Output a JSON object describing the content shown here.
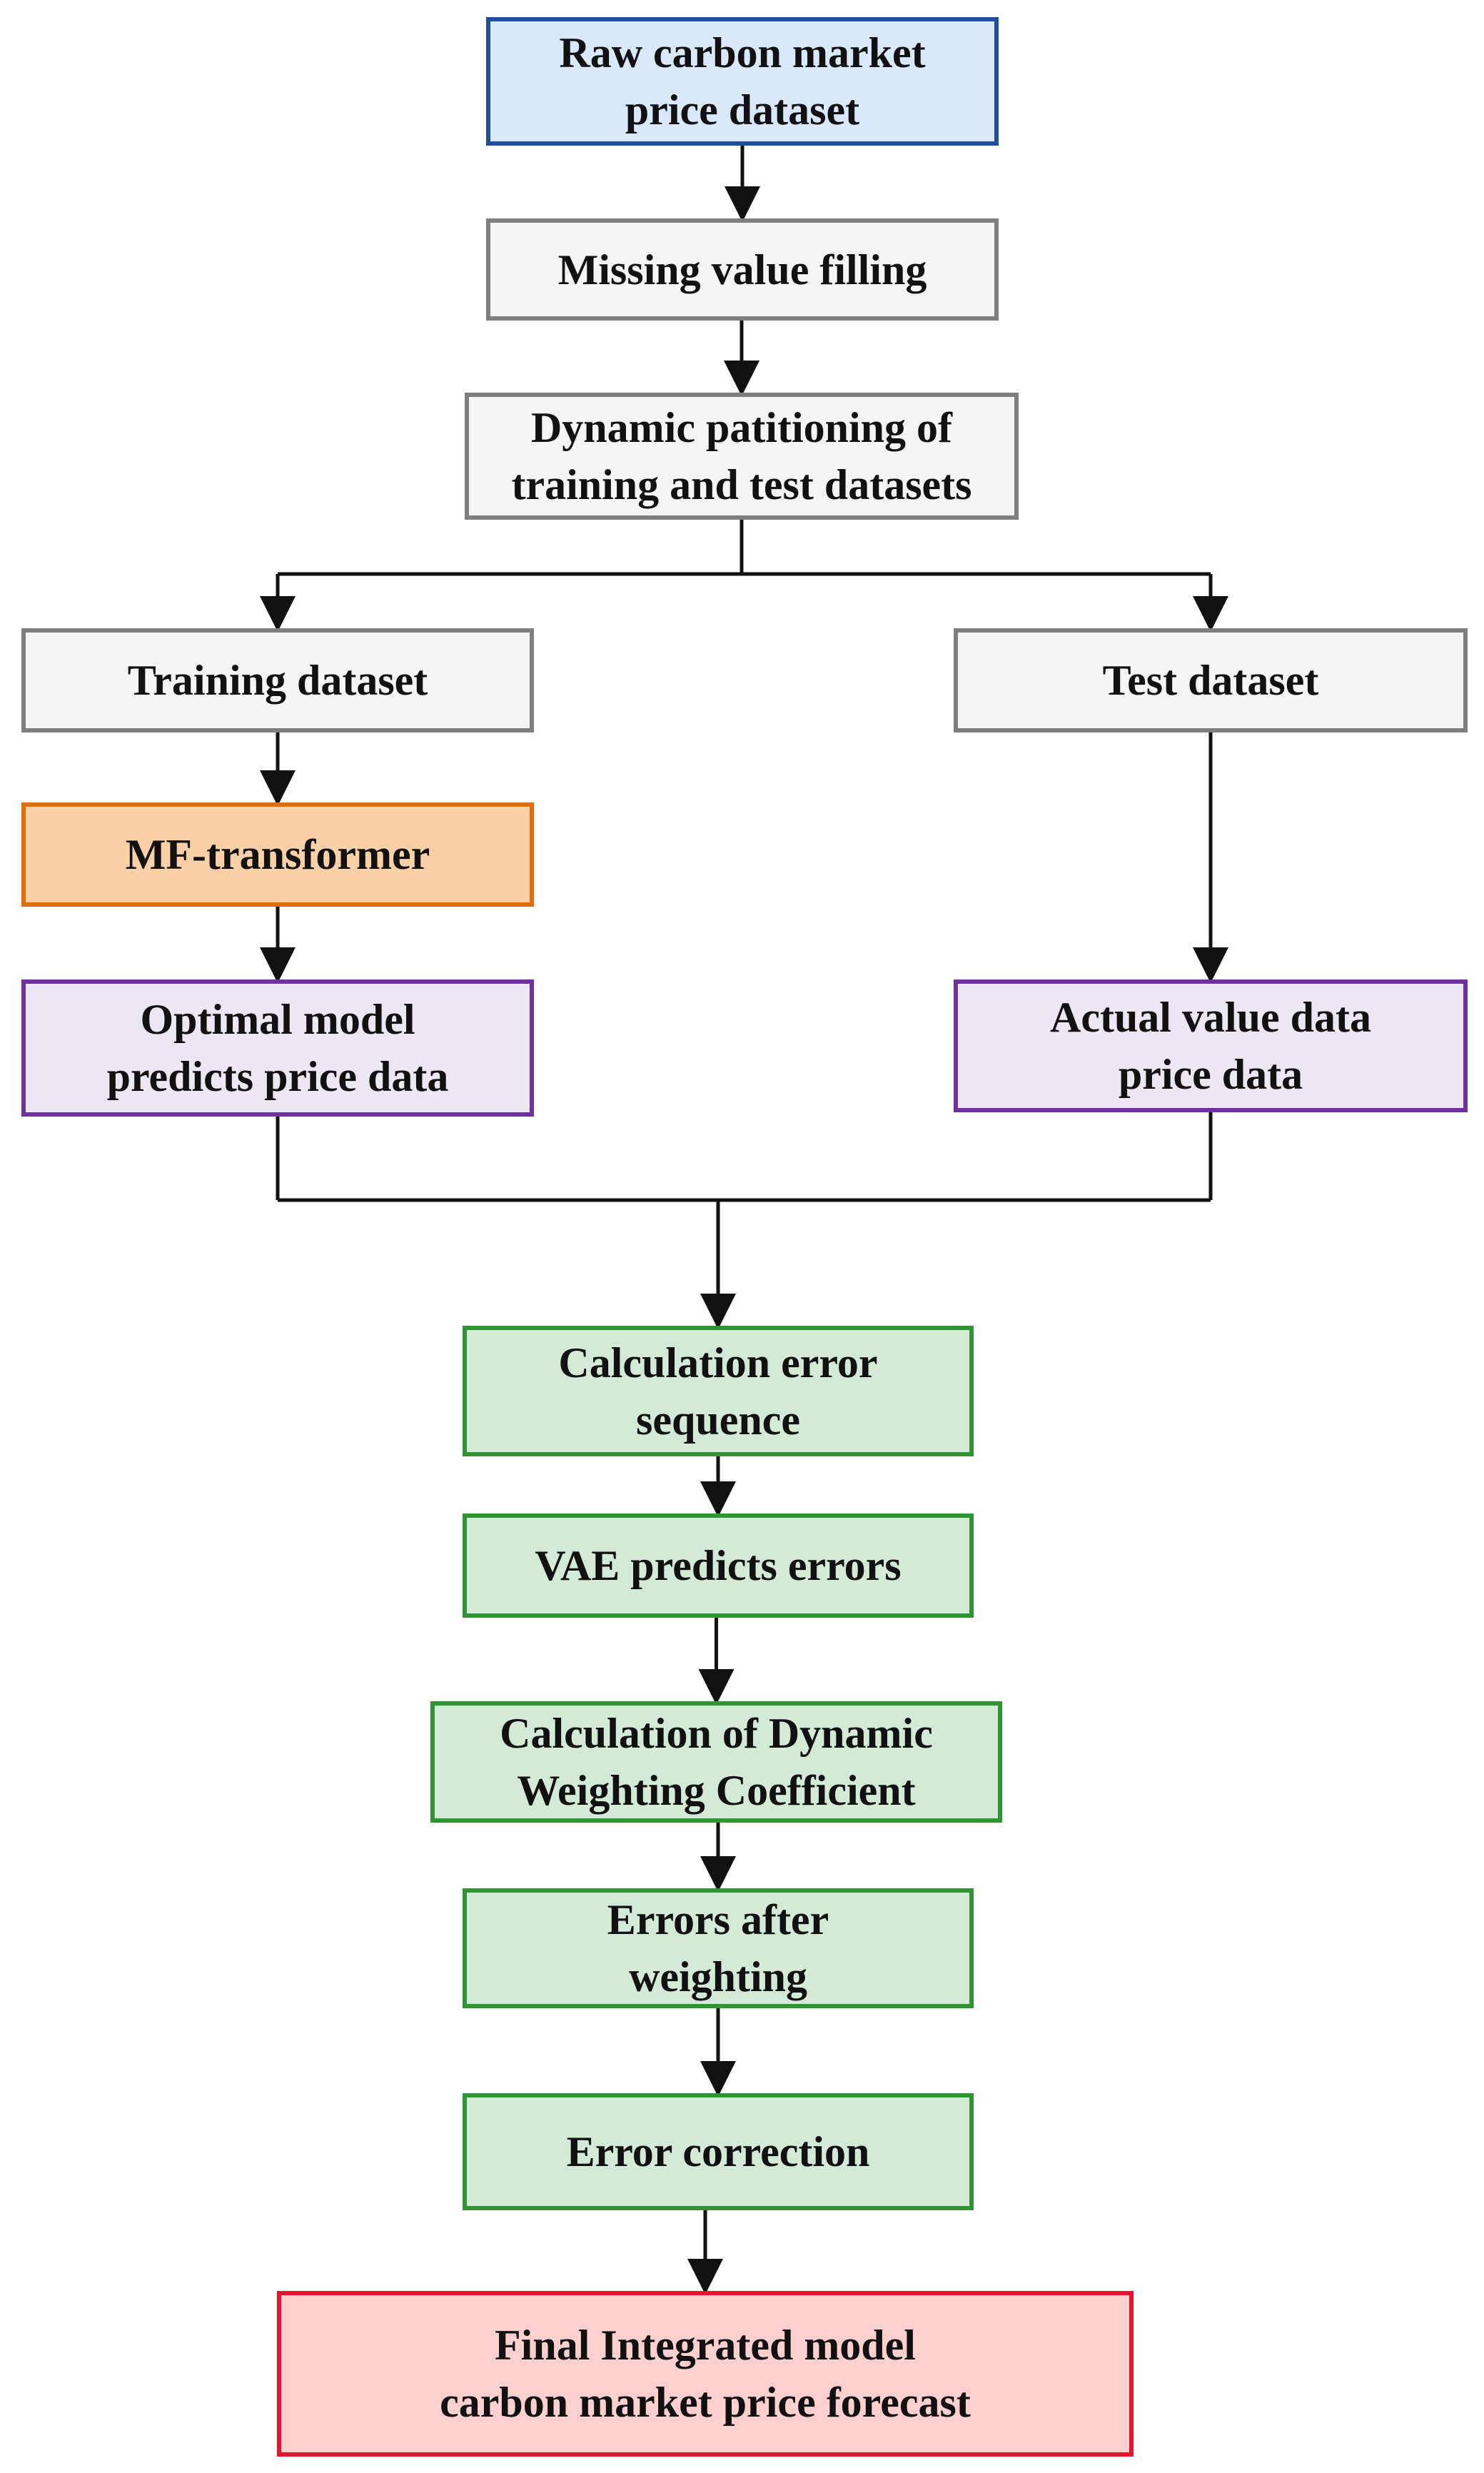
{
  "styles": {
    "blue": {
      "fill": "#dae8fc",
      "stroke": "#1f4e9f"
    },
    "gray": {
      "fill": "#f5f5f5",
      "stroke": "#7f7f7f"
    },
    "orange": {
      "fill": "#fad0a6",
      "stroke": "#e36c0a"
    },
    "purple": {
      "fill": "#ede6f3",
      "stroke": "#7030a0"
    },
    "green": {
      "fill": "#d2ead6",
      "stroke": "#2e9532"
    },
    "red": {
      "fill": "#fdd0d0",
      "stroke": "#e3162d"
    },
    "arrow": "#111111"
  },
  "nodes": {
    "raw_dataset": {
      "style": "blue",
      "lines": [
        "Raw carbon market",
        "price dataset"
      ]
    },
    "missing_value": {
      "style": "gray",
      "lines": [
        "Missing value filling"
      ]
    },
    "dynamic_partition": {
      "style": "gray",
      "lines": [
        "Dynamic patitioning of",
        "training and test datasets"
      ]
    },
    "training_dataset": {
      "style": "gray",
      "lines": [
        "Training dataset"
      ]
    },
    "test_dataset": {
      "style": "gray",
      "lines": [
        "Test dataset"
      ]
    },
    "mf_transformer": {
      "style": "orange",
      "lines": [
        "MF-transformer"
      ]
    },
    "optimal_model": {
      "style": "purple",
      "lines": [
        "Optimal model",
        "predicts price data"
      ]
    },
    "actual_value": {
      "style": "purple",
      "lines": [
        "Actual value data",
        "price data"
      ]
    },
    "calc_error": {
      "style": "green",
      "lines": [
        "Calculation error",
        "sequence"
      ]
    },
    "vae_predicts": {
      "style": "green",
      "lines": [
        "VAE predicts errors"
      ]
    },
    "calc_weighting": {
      "style": "green",
      "lines": [
        "Calculation of Dynamic",
        "Weighting Coefficient"
      ]
    },
    "errors_after": {
      "style": "green",
      "lines": [
        "Errors after",
        "weighting"
      ]
    },
    "error_correction": {
      "style": "green",
      "lines": [
        "Error correction"
      ]
    },
    "final_model": {
      "style": "red",
      "lines": [
        "Final Integrated model",
        "carbon market price forecast"
      ]
    }
  },
  "edges": [
    {
      "from": "raw_dataset",
      "to": "missing_value"
    },
    {
      "from": "missing_value",
      "to": "dynamic_partition"
    },
    {
      "from": "dynamic_partition",
      "to": "training_dataset"
    },
    {
      "from": "dynamic_partition",
      "to": "test_dataset"
    },
    {
      "from": "training_dataset",
      "to": "mf_transformer"
    },
    {
      "from": "mf_transformer",
      "to": "optimal_model"
    },
    {
      "from": "test_dataset",
      "to": "actual_value"
    },
    {
      "from": "optimal_model",
      "to": "calc_error"
    },
    {
      "from": "actual_value",
      "to": "calc_error"
    },
    {
      "from": "calc_error",
      "to": "vae_predicts"
    },
    {
      "from": "vae_predicts",
      "to": "calc_weighting"
    },
    {
      "from": "calc_weighting",
      "to": "errors_after"
    },
    {
      "from": "errors_after",
      "to": "error_correction"
    },
    {
      "from": "error_correction",
      "to": "final_model"
    }
  ]
}
